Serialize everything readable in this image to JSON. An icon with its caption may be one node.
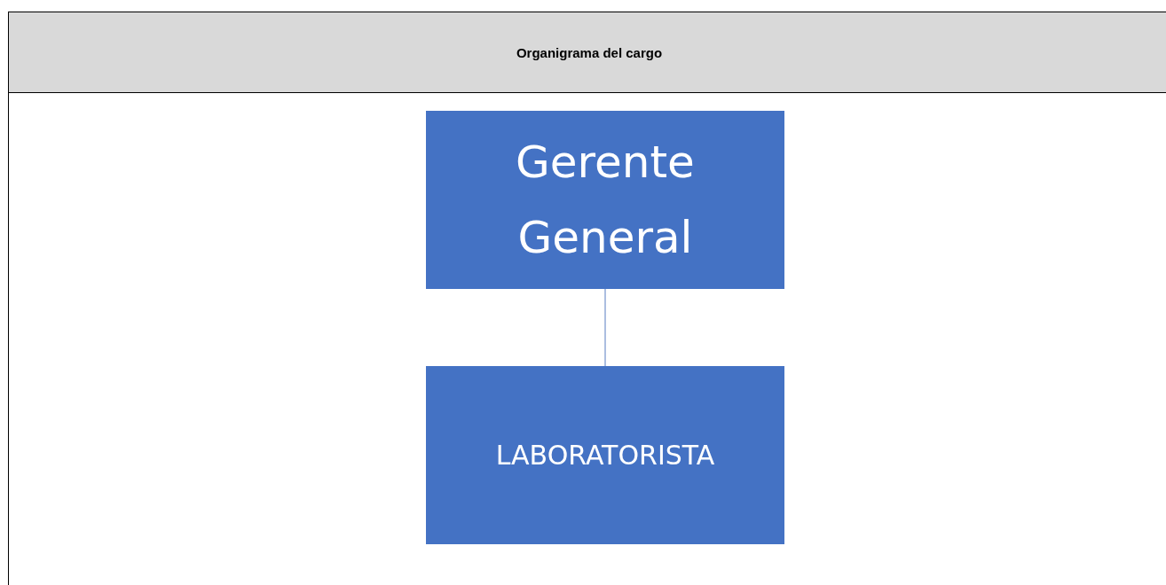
{
  "diagram": {
    "title": "Organigrama del cargo",
    "nodes": [
      {
        "text": [
          "Gerente General"
        ]
      },
      {
        "text": [
          "LABORATORISTA"
        ]
      }
    ],
    "edges": [
      {
        "from": 0,
        "to": 1,
        "arrow": "none"
      }
    ]
  }
}
